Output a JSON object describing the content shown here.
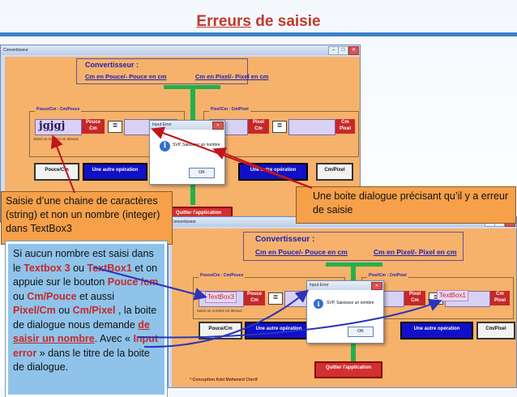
{
  "slide": {
    "title_part1": "Erreurs",
    "title_part2": "de saisie"
  },
  "window": {
    "caption": "Convertisseur",
    "minimize": "–",
    "maximize": "□",
    "close": "✕"
  },
  "app": {
    "title": "Convertisseur :",
    "line1": "Cm en Pouce/- Pouce en cm",
    "line2": "Cm en Pixel/- Pixel en cm",
    "group_left": "Pouce/Cm : Cm/Pouce",
    "group_right": "Pixel/Cm : Cm/Pixel",
    "label_pouce": "Pouce",
    "label_cm": "Cm",
    "label_pixel": "Pixel",
    "equals": "=",
    "textbox3_value": "jgjgj",
    "hint": "Saisir un nombre en dessus",
    "btn_pouce_cm": "Pouce/Cm",
    "btn_other": "Une autre opération",
    "btn_cm_pixel": "Cm/Pixel",
    "btn_quit": "Quitter l'application",
    "credit": "*-Conception Adel Mohamed Cherif"
  },
  "dialog": {
    "title": "Input Error",
    "message": "SVP, Saisissez un nombre",
    "ok": "OK",
    "close": "✕",
    "icon": "i"
  },
  "callouts": {
    "left_orange": "Saisie d’une chaine de caractères (string) et non un nombre (integer) dans TextBox3",
    "right_orange": "Une boite dialogue précisant qu’il y a erreur de saisie",
    "textbox3_label": "TextBox3",
    "textbox1_label": "TextBox1"
  },
  "bluebox": {
    "t1": "Si aucun nombre est saisi dans le ",
    "h1": "Textbox 3",
    "t2": " ou ",
    "h2": "TextBox1",
    "t3": " et on appuie sur le bouton ",
    "h3": "Pouce /cm",
    "t4": " ou ",
    "h4": "Cm/Pouce",
    "t5": " et aussi ",
    "h5": "Pixel/Cm",
    "t6": " ou ",
    "h6": "Cm/Pixel",
    "t7": " , la boite de dialogue nous demande ",
    "h7": "de saisir un nombre",
    "t8": ". Avec « ",
    "h8": "Input error",
    "t9": " » dans le titre de la boite de dialogue."
  },
  "colors": {
    "form": "#f6b26b",
    "title_red": "#c0392b",
    "text_blue": "#1f1fb5",
    "arrow_red": "#c0161c",
    "arrow_blue": "#2a35b8"
  }
}
